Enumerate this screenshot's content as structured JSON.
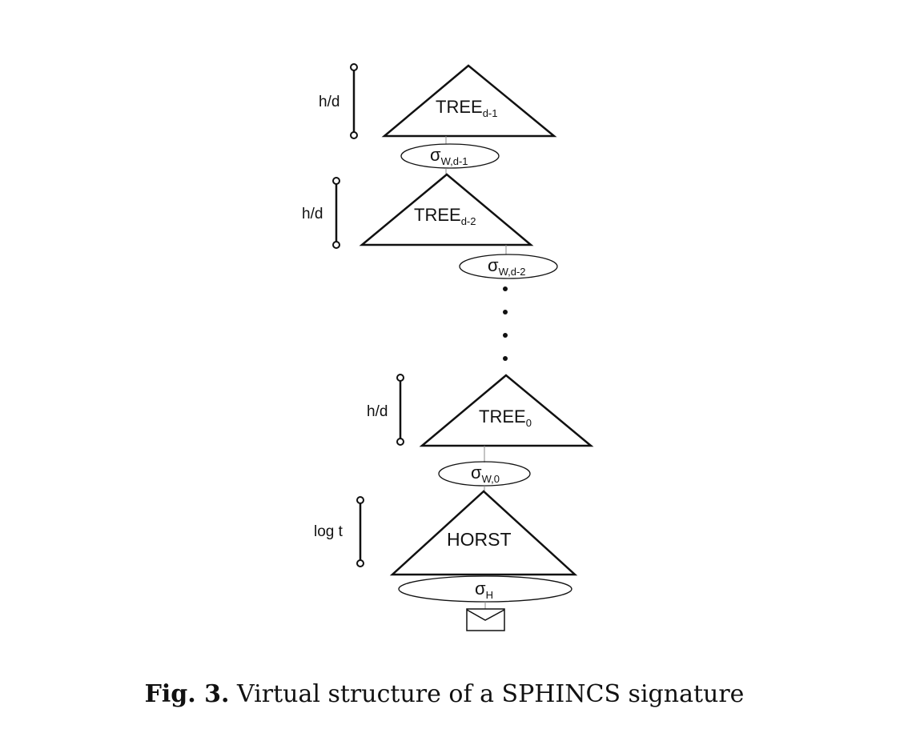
{
  "diagram": {
    "trees": [
      {
        "name": "TREE",
        "sub": "d-1",
        "height_label": "h/d",
        "sig": "σ",
        "sig_sub": "W,d-1"
      },
      {
        "name": "TREE",
        "sub": "d-2",
        "height_label": "h/d",
        "sig": "σ",
        "sig_sub": "W,d-2"
      },
      {
        "name": "TREE",
        "sub": "0",
        "height_label": "h/d",
        "sig": "σ",
        "sig_sub": "W,0"
      },
      {
        "name": "HORST",
        "sub": "",
        "height_label": "log t",
        "sig": "σ",
        "sig_sub": "H"
      }
    ],
    "message_icon": "envelope-icon",
    "ellipsis": "•"
  },
  "caption": {
    "label": "Fig. 3.",
    "text": "Virtual structure of a SPHINCS signature"
  }
}
